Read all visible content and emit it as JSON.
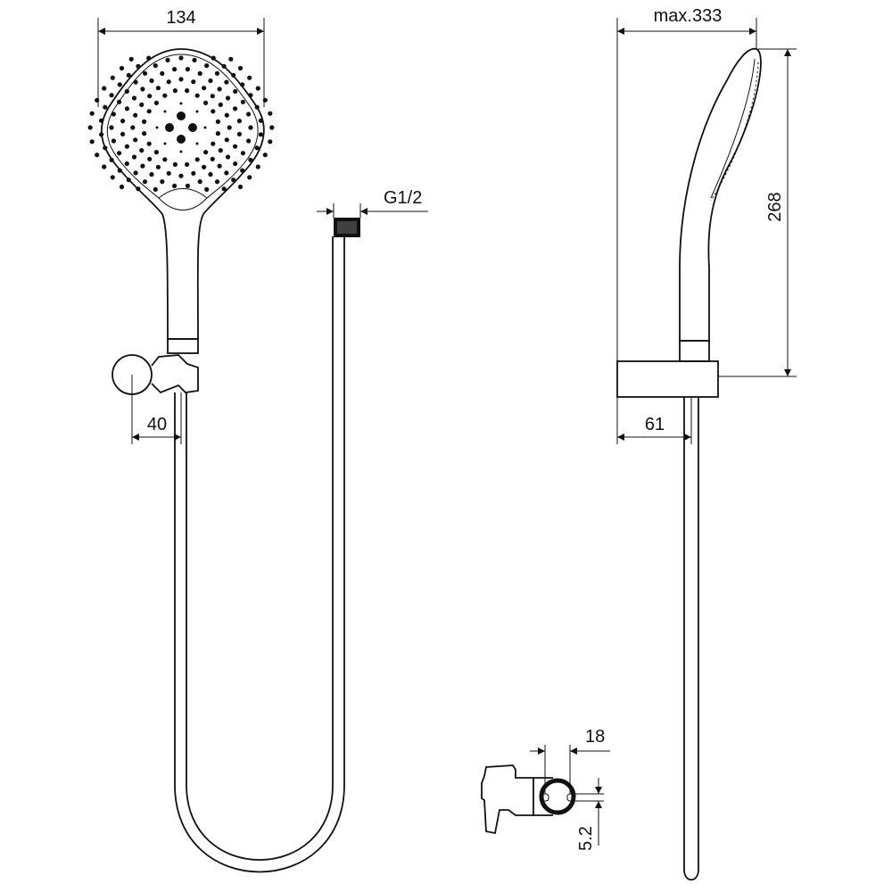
{
  "dimensions": {
    "head_width": "134",
    "hose_thread": "G1/2",
    "bracket_offset": "40",
    "max_depth": "max.333",
    "head_height": "268",
    "holder_depth": "61",
    "pole_diameter": "18",
    "slot_width": "5.2"
  },
  "colors": {
    "line": "#111111",
    "background": "#ffffff"
  }
}
